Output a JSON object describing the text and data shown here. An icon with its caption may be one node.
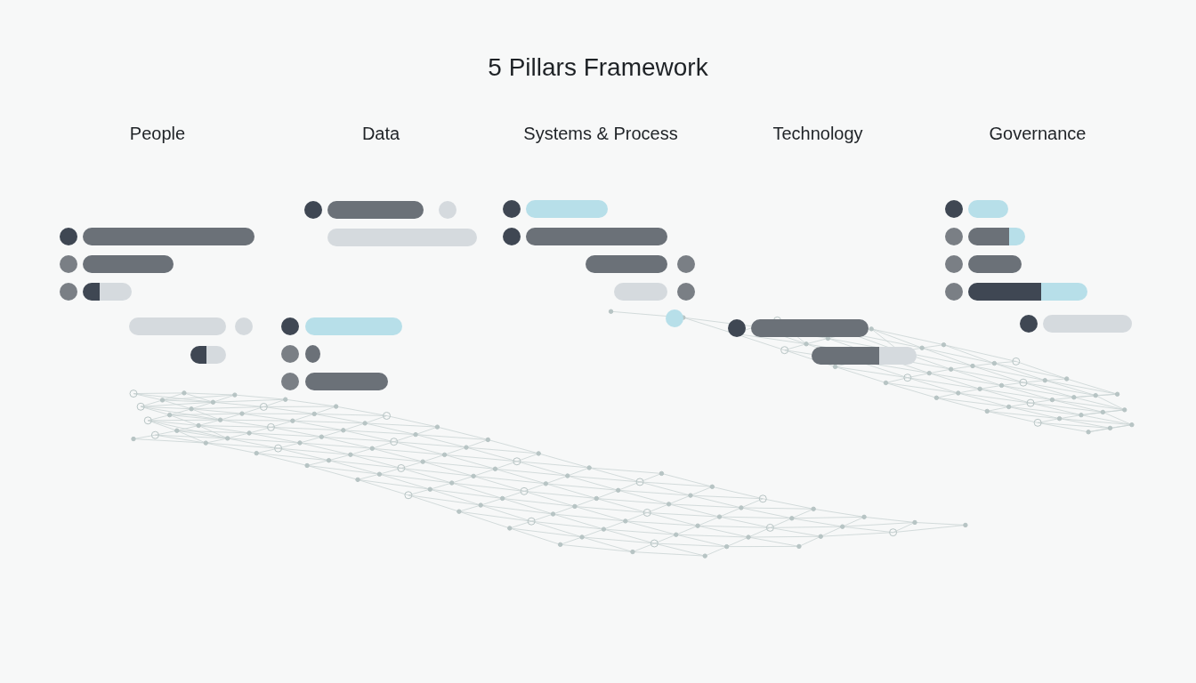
{
  "diagram": {
    "title": "5 Pillars Framework",
    "labels": [
      "People",
      "Data",
      "Systems & Process",
      "Technology",
      "Governance"
    ]
  }
}
